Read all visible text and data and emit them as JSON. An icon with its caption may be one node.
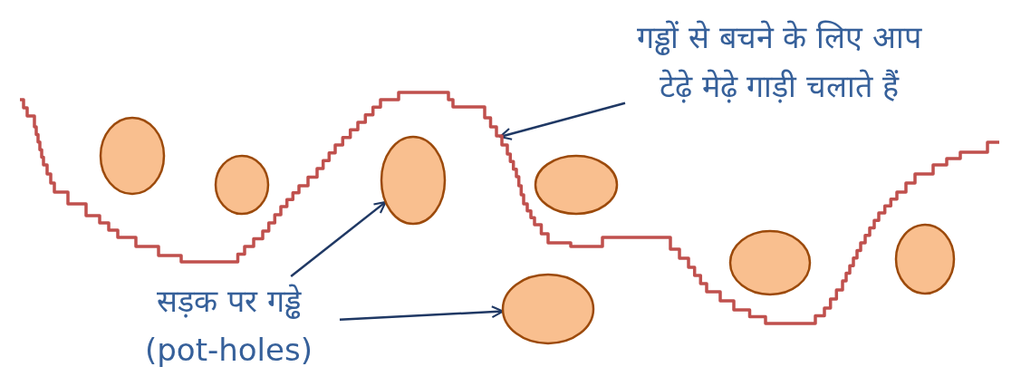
{
  "diagram": {
    "nodes": [
      {
        "text": [
          "गड्ढों से बचने के लिए आप टेढ़े मेढ़े गाड़ी चलाते हैं"
        ]
      },
      {
        "text": [],
        "shape": "ellipse"
      },
      {
        "text": [],
        "shape": "ellipse"
      },
      {
        "text": [],
        "shape": "ellipse"
      },
      {
        "text": [],
        "shape": "ellipse"
      },
      {
        "text": [],
        "shape": "ellipse"
      },
      {
        "text": [],
        "shape": "ellipse"
      },
      {
        "text": [],
        "shape": "ellipse"
      },
      {
        "text": [
          "सड़क पर गड्ढे (pot-holes)"
        ]
      }
    ],
    "edges": [
      {
        "from": 0,
        "to": null,
        "arrow": "to"
      },
      {
        "from": 8,
        "to": 3,
        "arrow": "to"
      },
      {
        "from": 8,
        "to": 4,
        "arrow": "to"
      }
    ]
  }
}
